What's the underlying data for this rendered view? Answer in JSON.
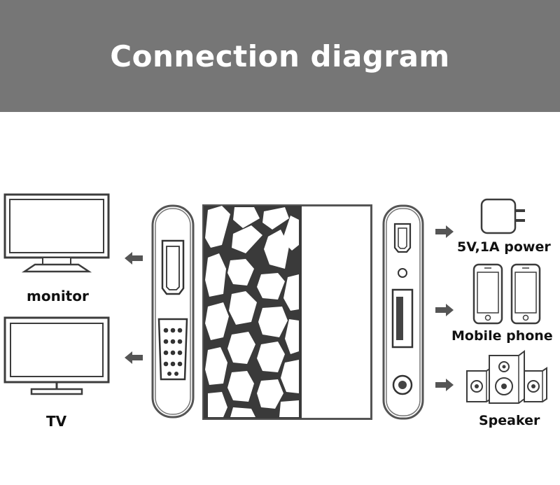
{
  "title": "Connection diagram",
  "devices": {
    "monitor": {
      "label": "monitor",
      "icon": "monitor-icon"
    },
    "tv": {
      "label": "TV",
      "icon": "tv-icon"
    },
    "power": {
      "label": "5V,1A power",
      "icon": "power-adapter-icon"
    },
    "phone": {
      "label": "Mobile phone",
      "icon": "mobile-phone-icon"
    },
    "speaker": {
      "label": "Speaker",
      "icon": "speaker-icon"
    }
  },
  "ports_left": [
    "hdmi-port",
    "vga-port"
  ],
  "ports_right": [
    "hdmi-port",
    "led-indicator",
    "usb-port",
    "audio-jack"
  ],
  "colors": {
    "banner": "#767676",
    "title": "#ffffff",
    "outline": "#4a4a4a"
  }
}
